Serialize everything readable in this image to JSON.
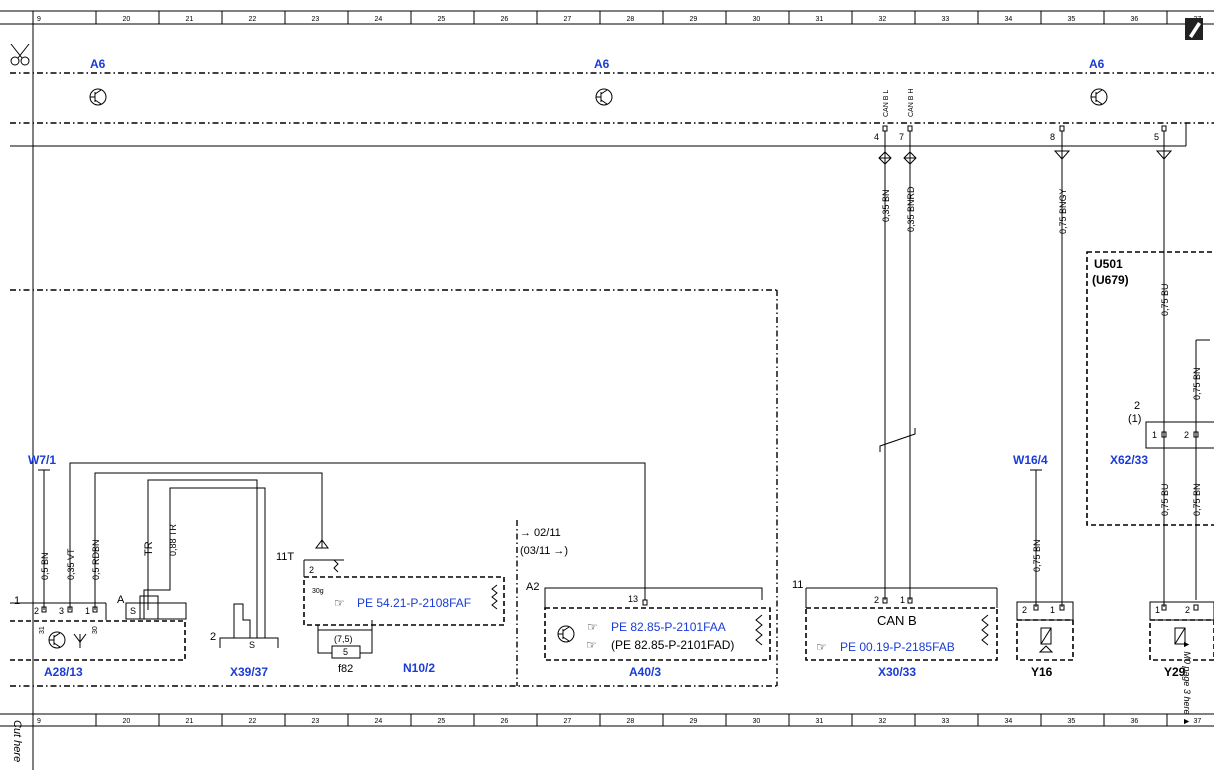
{
  "grid": {
    "columns": [
      "9",
      "20",
      "21",
      "22",
      "23",
      "24",
      "25",
      "26",
      "27",
      "28",
      "29",
      "30",
      "31",
      "32",
      "33",
      "34",
      "35",
      "36",
      "37"
    ]
  },
  "side": {
    "cut_here": "Cut here",
    "arrow_text": "▲ M0 page 3 here ▲"
  },
  "modules": {
    "a6_label": "A6",
    "can_b_l": "CAN B L",
    "can_b_h": "CAN B H",
    "pins": {
      "p4": "4",
      "p7": "7",
      "p8": "8",
      "p5": "5"
    }
  },
  "wires": {
    "w_035bn": "0,35 BN",
    "w_035bnrd": "0,35 BNRD",
    "w_075bngy": "0,75 BNGY",
    "w_075bu_top": "0,75 BU",
    "w_075bn_top": "0,75 BN",
    "w_075bu_bot": "0,75 BU",
    "w_075bn_bot": "0,75 BN",
    "w_075bn_w16": "0,75 BN",
    "w_05bn": "0,5 BN",
    "w_035vt": "0,35 VT",
    "w_05rdbn": "0,5 RDBN",
    "w_tr": "TR",
    "w_088tr": "0,88 TR"
  },
  "components": {
    "u501": "U501",
    "u679": "(U679)",
    "w7_1": "W7/1",
    "w16_4": "W16/4",
    "x62_33": "X62/33",
    "x62_pin2": "2",
    "x62_pin1p": "(1)",
    "a28_13": "A28/13",
    "x39_37": "X39/37",
    "n10_2": "N10/2",
    "a40_3": "A40/3",
    "x30_33": "X30/33",
    "y16": "Y16",
    "y29": "Y29",
    "f82": "f82",
    "fuse_val": "(7,5)",
    "fuse_no": "5",
    "can_b_box": "CAN B",
    "ref_n10": "PE 54.21-P-2108FAF",
    "ref_a40_1": "PE 82.85-P-2101FAA",
    "ref_a40_2": "(PE 82.85-P-2101FAD)",
    "ref_x30": "PE 00.19-P-2185FAB",
    "lbl_11t": "11T",
    "lbl_30g": "30g",
    "lbl_2n": "2",
    "lbl_1": "1",
    "lbl_2": "2",
    "lbl_3": "3",
    "lbl_31": "31",
    "lbl_30": "30",
    "lbl_A": "A",
    "lbl_S": "S",
    "lbl_A2": "A2",
    "lbl_13": "13",
    "lbl_11": "11",
    "lbl_x39_2": "2",
    "date1": "→ 02/11",
    "date2": "(03/11 →)"
  }
}
